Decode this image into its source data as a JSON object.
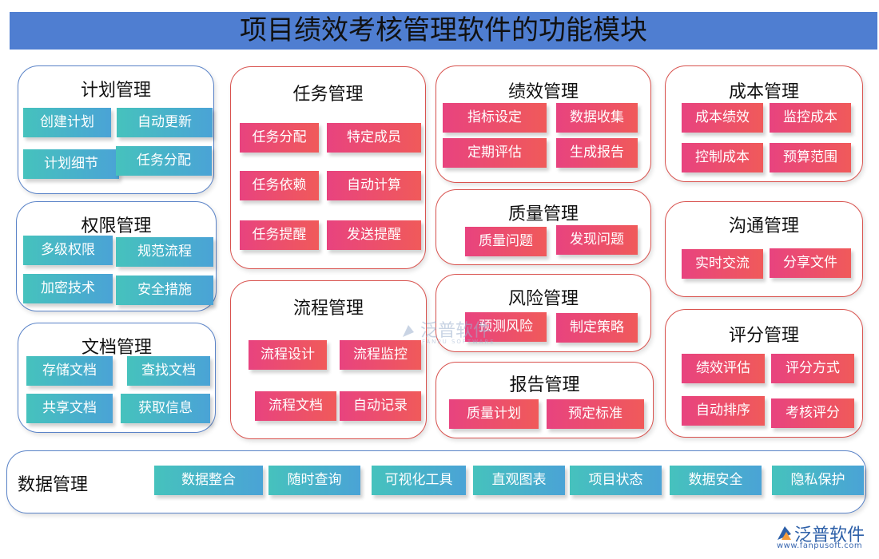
{
  "title": "项目绩效考核管理软件的功能模块",
  "modules": {
    "plan": {
      "title": "计划管理",
      "items": [
        "创建计划",
        "自动更新",
        "计划细节",
        "任务分配"
      ]
    },
    "permission": {
      "title": "权限管理",
      "items": [
        "多级权限",
        "规范流程",
        "加密技术",
        "安全措施"
      ]
    },
    "document": {
      "title": "文档管理",
      "items": [
        "存储文档",
        "查找文档",
        "共享文档",
        "获取信息"
      ]
    },
    "task": {
      "title": "任务管理",
      "items": [
        "任务分配",
        "特定成员",
        "任务依赖",
        "自动计算",
        "任务提醒",
        "发送提醒"
      ]
    },
    "process": {
      "title": "流程管理",
      "items": [
        "流程设计",
        "流程监控",
        "流程文档",
        "自动记录"
      ]
    },
    "performance": {
      "title": "绩效管理",
      "items": [
        "指标设定",
        "数据收集",
        "定期评估",
        "生成报告"
      ]
    },
    "quality": {
      "title": "质量管理",
      "items": [
        "质量问题",
        "发现问题"
      ]
    },
    "risk": {
      "title": "风险管理",
      "items": [
        "预测风险",
        "制定策略"
      ]
    },
    "report": {
      "title": "报告管理",
      "items": [
        "质量计划",
        "预定标准"
      ]
    },
    "cost": {
      "title": "成本管理",
      "items": [
        "成本绩效",
        "监控成本",
        "控制成本",
        "预算范围"
      ]
    },
    "communication": {
      "title": "沟通管理",
      "items": [
        "实时交流",
        "分享文件"
      ]
    },
    "scoring": {
      "title": "评分管理",
      "items": [
        "绩效评估",
        "评分方式",
        "自动排序",
        "考核评分"
      ]
    },
    "data": {
      "title": "数据管理",
      "items": [
        "数据整合",
        "随时查询",
        "可视化工具",
        "直观图表",
        "项目状态",
        "数据安全",
        "隐私保护"
      ]
    }
  },
  "watermark": {
    "text": "泛普软件",
    "sub": "FANPU SOFTWARE"
  },
  "brand": {
    "name": "泛普软件",
    "url": "www.fanpusoft.com"
  },
  "colors": {
    "title_bar": "#4f7ed1",
    "blue_border": "#5a83c8",
    "red_border": "#d9534f",
    "teal": "#46c2bd",
    "pink": "#e8437f"
  }
}
